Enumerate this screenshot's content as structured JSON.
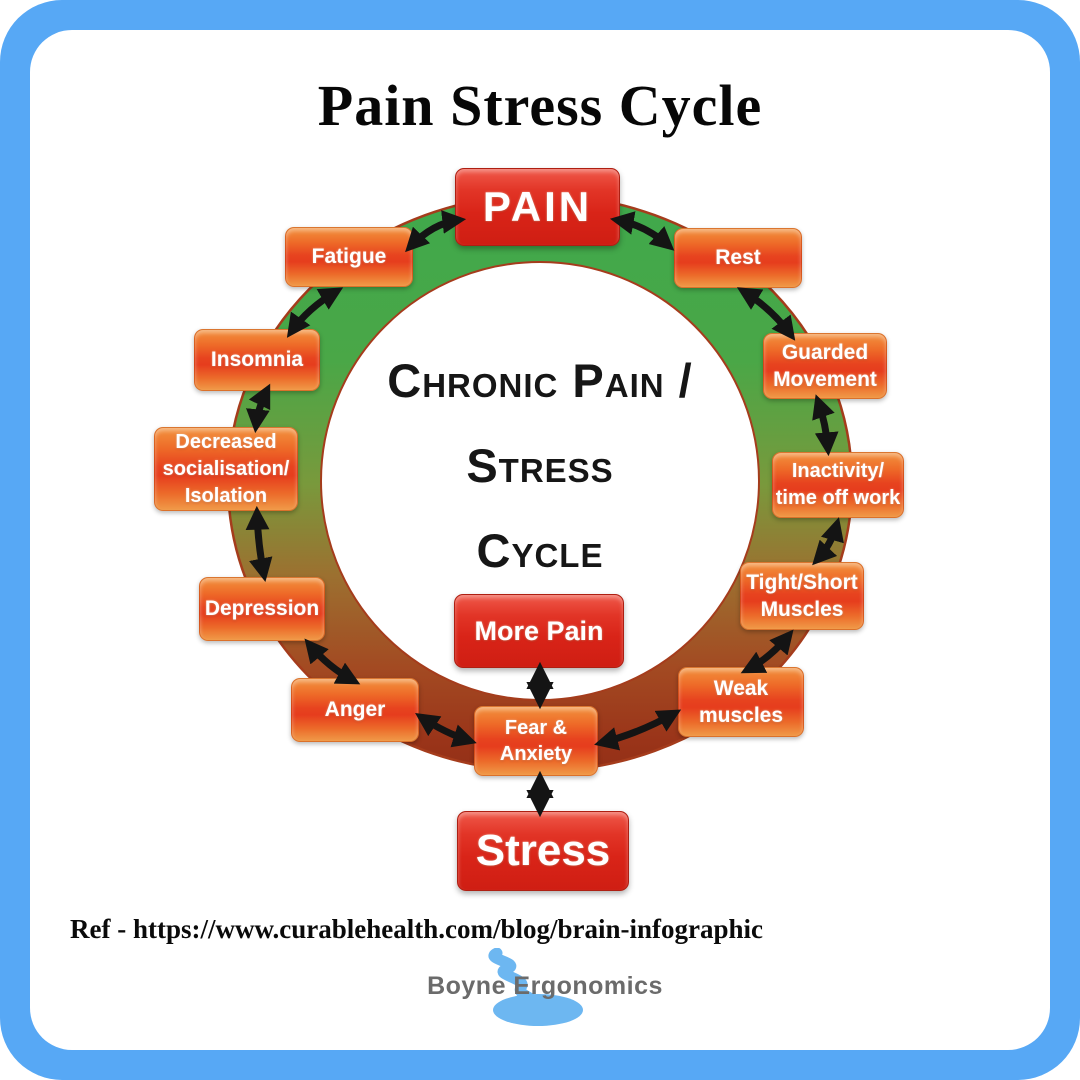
{
  "title": "Pain Stress Cycle",
  "center_label": {
    "line1": "Chronic Pain /",
    "line2": "Stress",
    "line3": "Cycle"
  },
  "nodes": {
    "pain": {
      "label": "PAIN"
    },
    "rest": {
      "label": "Rest"
    },
    "guarded_movement": {
      "label": "Guarded\nMovement"
    },
    "inactivity": {
      "label": "Inactivity/\ntime off work"
    },
    "tight_short_muscles": {
      "label": "Tight/Short\nMuscles"
    },
    "weak_muscles": {
      "label": "Weak\nmuscles"
    },
    "fear_anxiety": {
      "label": "Fear &\nAnxiety"
    },
    "anger": {
      "label": "Anger"
    },
    "depression": {
      "label": "Depression"
    },
    "decreased_socialisation": {
      "label": "Decreased\nsocialisation/\nIsolation"
    },
    "insomnia": {
      "label": "Insomnia"
    },
    "fatigue": {
      "label": "Fatigue"
    },
    "more_pain": {
      "label": "More Pain"
    },
    "stress": {
      "label": "Stress"
    }
  },
  "reference": "Ref - https://www.curablehealth.com/blog/brain-infographic",
  "logo": {
    "name": "Boyne Ergonomics"
  },
  "colors": {
    "frame_blue": "#57a8f5",
    "ring_green_top": "#3ea84c",
    "ring_red_bottom": "#8f2d15",
    "node_orange": "#e7431f",
    "node_red": "#d92418",
    "arrow_black": "#141414",
    "river_blue": "#6db7f1"
  }
}
